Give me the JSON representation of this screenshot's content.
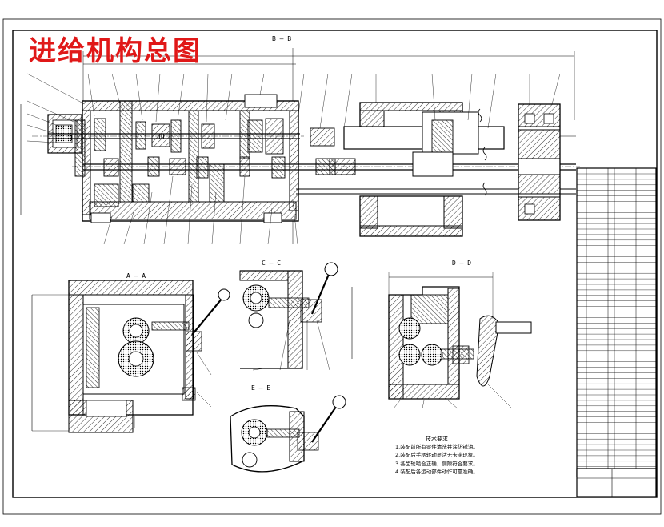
{
  "title": "进给机构总图",
  "sections": {
    "main": "B — B",
    "aa": "A — A",
    "cc": "C — C",
    "dd": "D — D",
    "ee": "E — E"
  },
  "notes": {
    "heading": "技术要求",
    "items": [
      "1.装配前所有零件清洗并涂防锈油。",
      "2.装配后手柄转动灵活无卡滞现象。",
      "3.各齿轮啮合正确，侧隙符合要求。",
      "4.装配后各运动部件动作可靠准确。"
    ]
  },
  "colors": {
    "title": "#e01818",
    "line": "#000000",
    "hatch": "#000000",
    "paper": "#ffffff"
  }
}
